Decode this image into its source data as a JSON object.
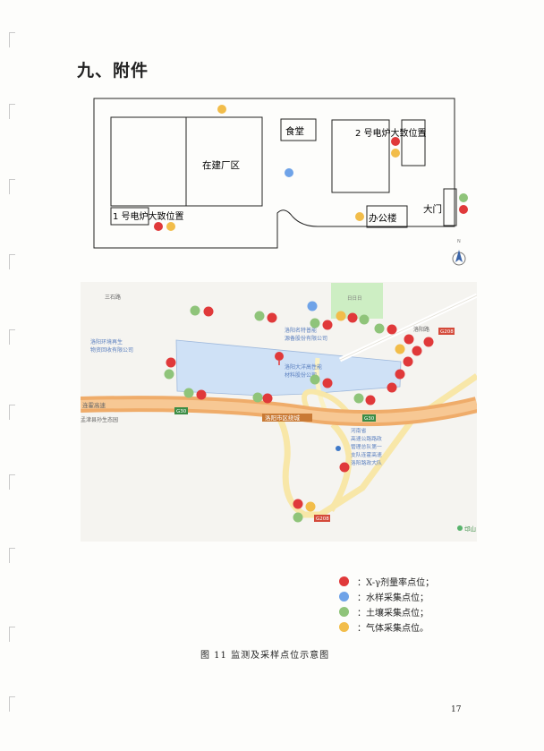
{
  "section_title": "九、附件",
  "site_plan": {
    "labels": {
      "construction_area": "在建厂区",
      "canteen": "食堂",
      "furnace_2": "2 号电炉大致位置",
      "furnace_1": "1 号电炉大致位置",
      "office": "办公楼",
      "gate": "大门"
    },
    "north_arrow_label": "N"
  },
  "map": {
    "labels": {
      "road_top_left": "三石路",
      "park": "日日日",
      "company_1": "洛阳名特普能\n源备股份有限公司",
      "company_2": "洛阳环境再生\n物资回收有限公司",
      "main_company": "洛阳大洋高性能\n材料股份公司",
      "road_east": "洛阳路",
      "highway_west": "连霍高速",
      "park_name": "孟津县孙生态园",
      "highway_center": "洛阳市区绕城",
      "hw_badge_1": "G30",
      "hw_badge_2": "G30",
      "road_badge_1": "G208",
      "road_badge_2": "G208",
      "police": "河南省\n高速公路路政\n管理总队第一\n支队连霍高速\n洛阳路政大队",
      "mountain": "邙山"
    }
  },
  "legend": {
    "items": [
      {
        "color": "#e0393a",
        "label": "：X-γ剂量率点位；"
      },
      {
        "color": "#6fa3e8",
        "label": "：水样采集点位；"
      },
      {
        "color": "#8fc47a",
        "label": "：土壤采集点位；"
      },
      {
        "color": "#f2bd4a",
        "label": "：气体采集点位。"
      }
    ]
  },
  "caption": "图 11  监测及采样点位示意图",
  "page_number": "17",
  "colors": {
    "red": "#e0393a",
    "blue": "#6fa3e8",
    "green": "#8fc47a",
    "yellow": "#f2bd4a",
    "highway": "#efac6a",
    "factory": "#cfe1f6",
    "park": "#cdeec3"
  }
}
